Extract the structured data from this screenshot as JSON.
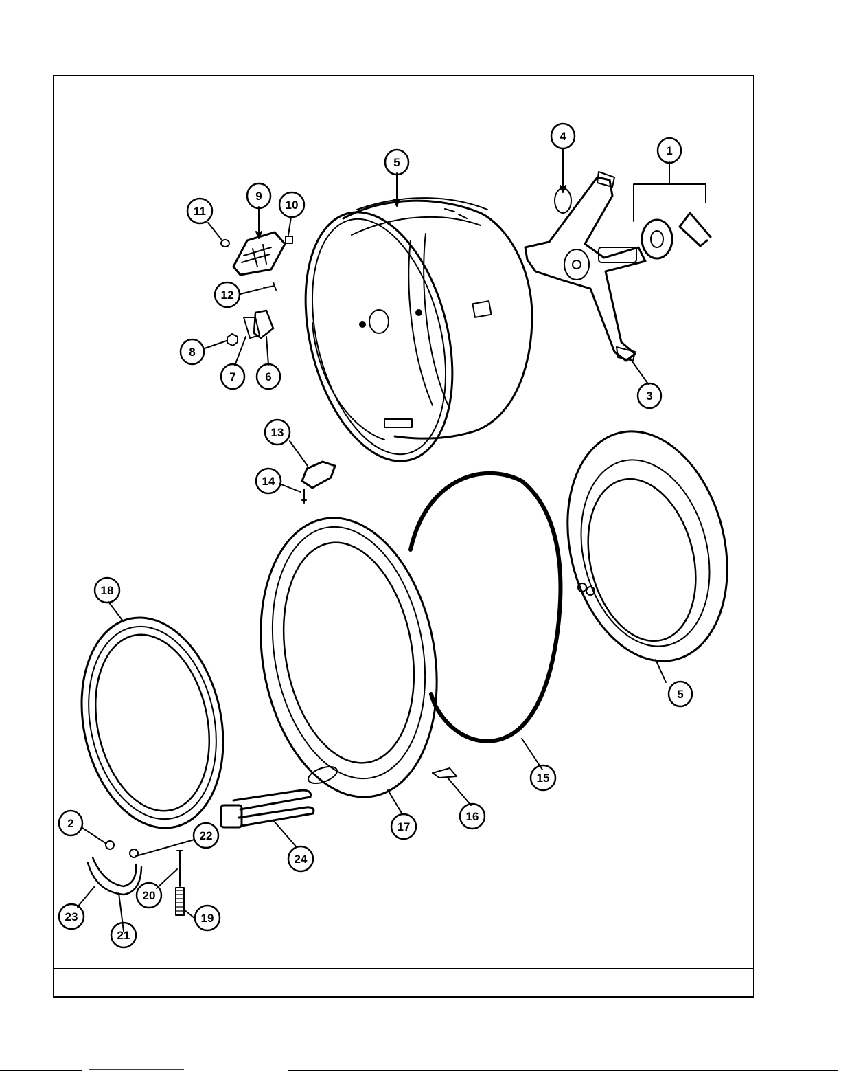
{
  "diagram": {
    "callouts": [
      {
        "label": "1"
      },
      {
        "label": "2"
      },
      {
        "label": "3"
      },
      {
        "label": "4"
      },
      {
        "label": "5"
      },
      {
        "label": "5"
      },
      {
        "label": "6"
      },
      {
        "label": "7"
      },
      {
        "label": "8"
      },
      {
        "label": "9"
      },
      {
        "label": "10"
      },
      {
        "label": "11"
      },
      {
        "label": "12"
      },
      {
        "label": "13"
      },
      {
        "label": "14"
      },
      {
        "label": "15"
      },
      {
        "label": "16"
      },
      {
        "label": "17"
      },
      {
        "label": "18"
      },
      {
        "label": "19"
      },
      {
        "label": "20"
      },
      {
        "label": "21"
      },
      {
        "label": "22"
      },
      {
        "label": "23"
      },
      {
        "label": "24"
      }
    ],
    "colors": {
      "line": "#000000",
      "paper": "#ffffff",
      "rule_accent": "#1b2bd6"
    }
  }
}
